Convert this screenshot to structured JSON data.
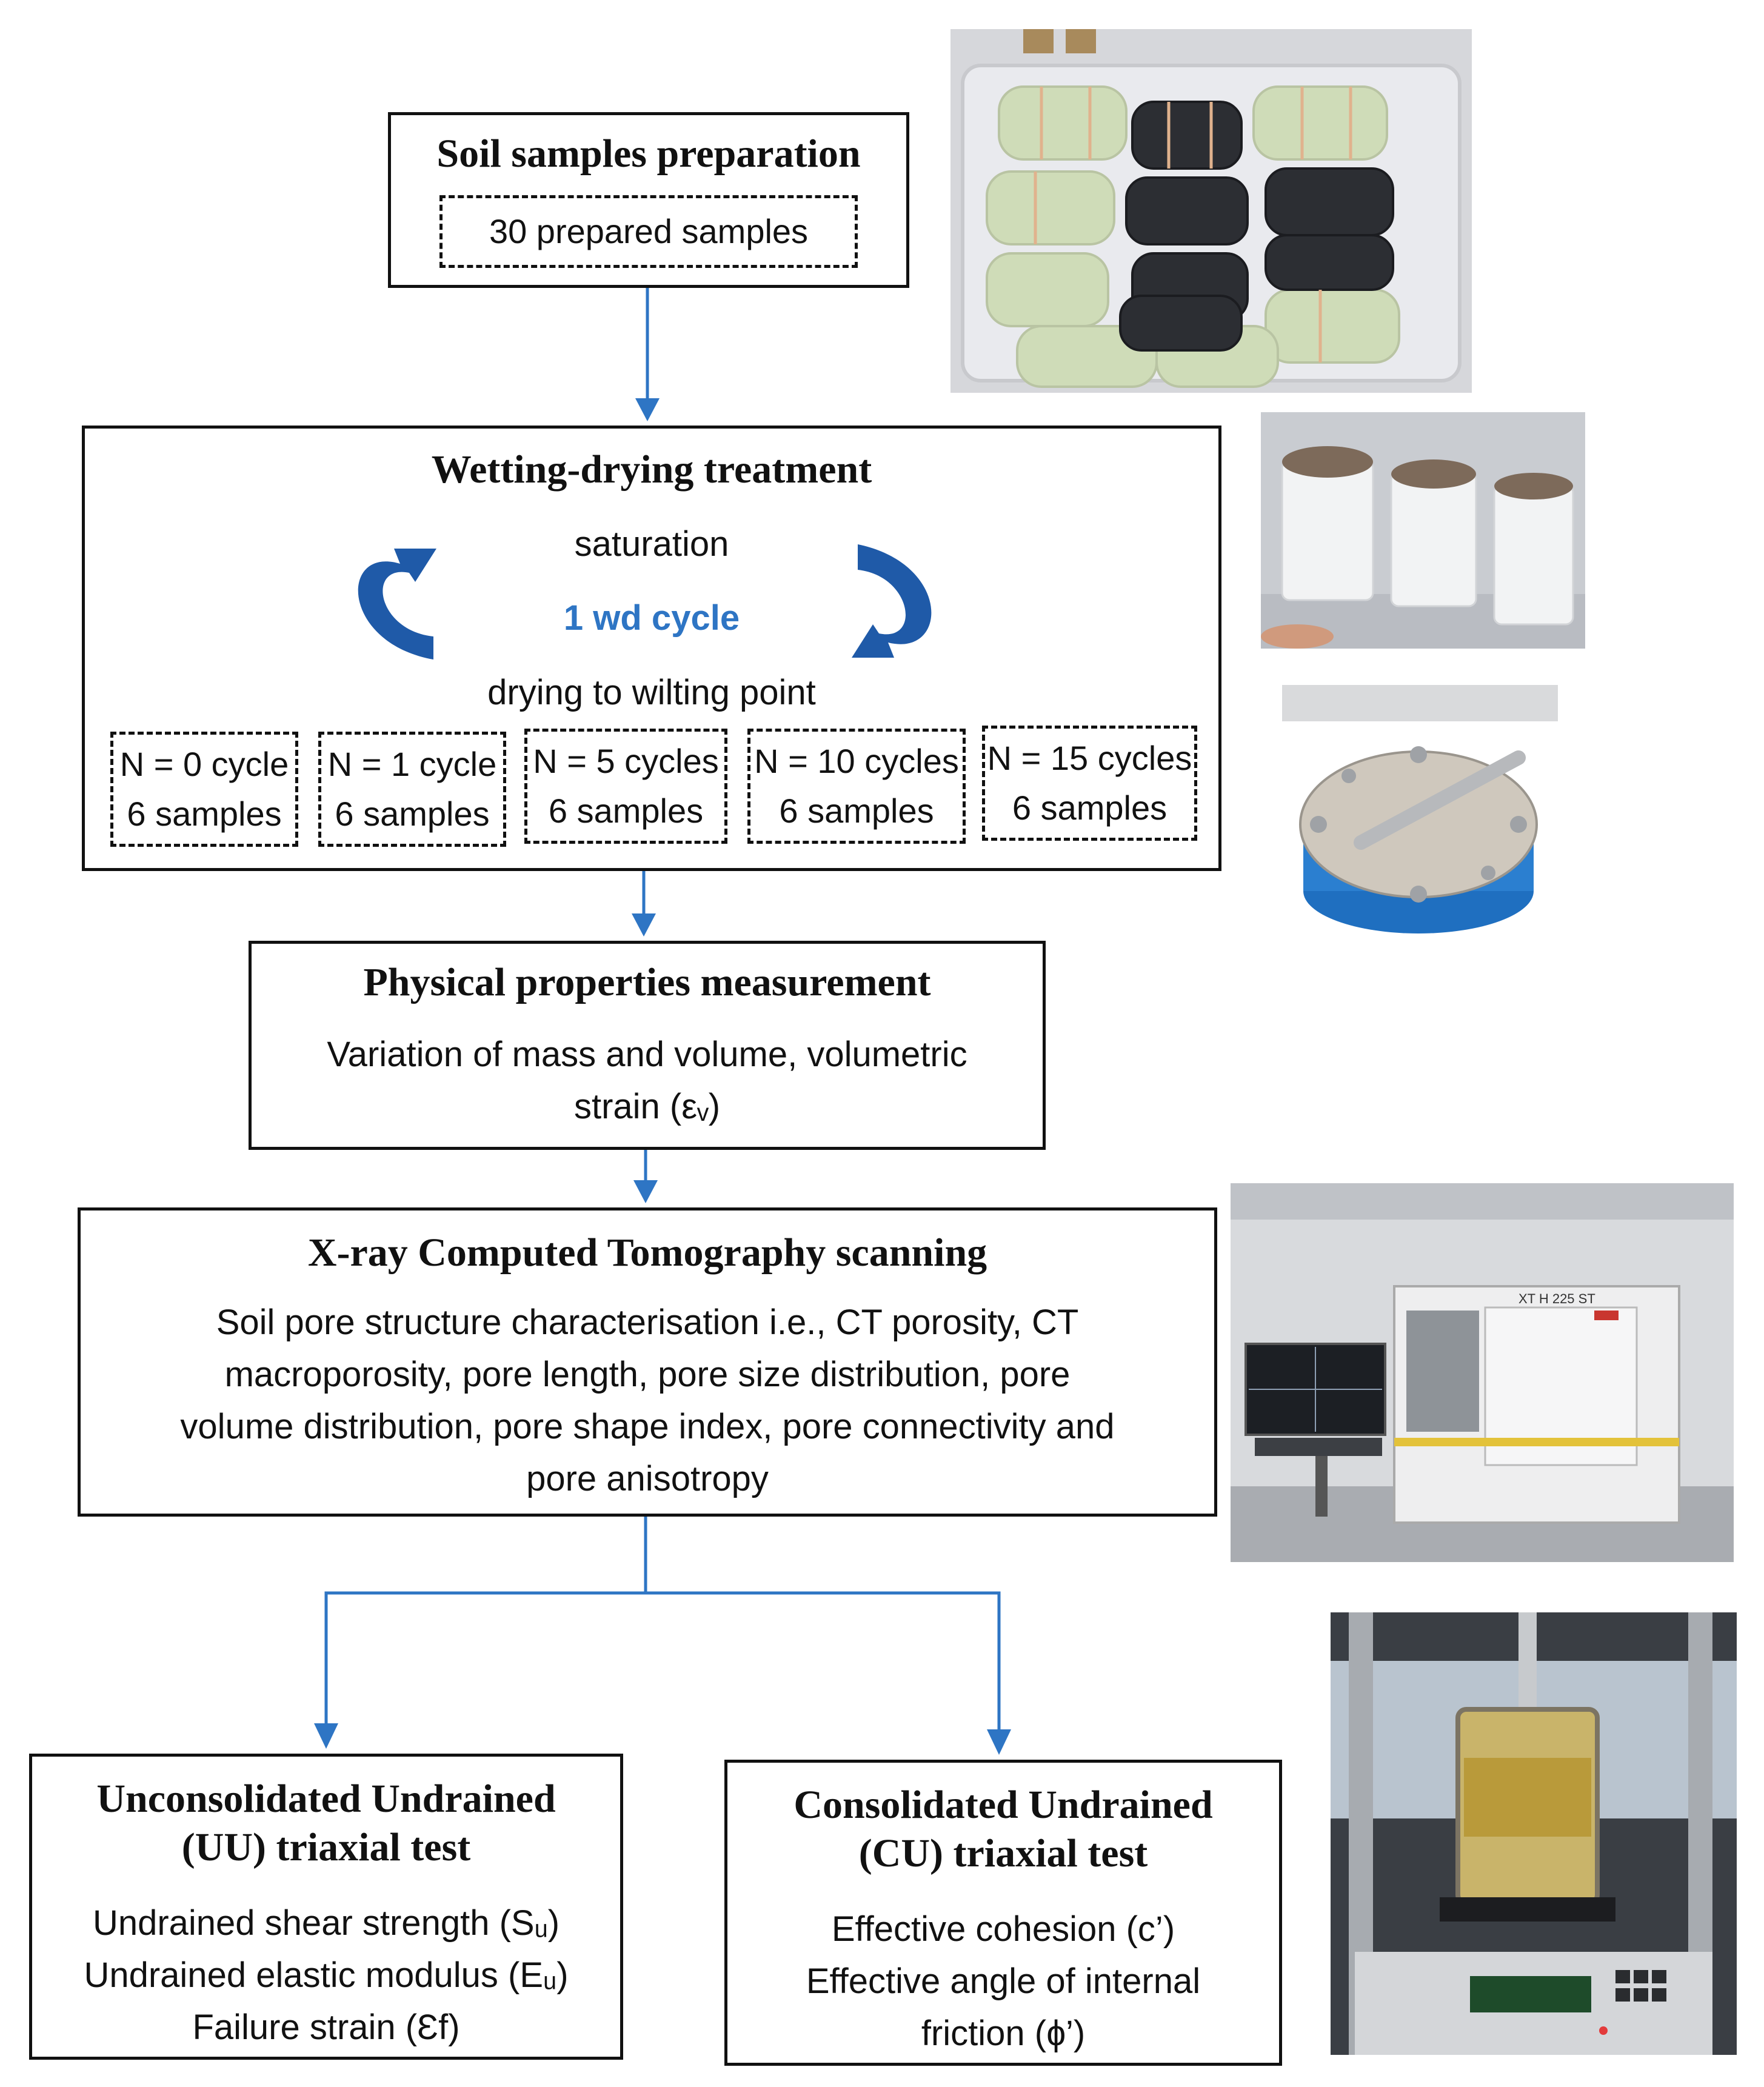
{
  "step1": {
    "title": "Soil samples preparation",
    "note": "30 prepared samples"
  },
  "step2": {
    "title": "Wetting-drying treatment",
    "top": "saturation",
    "cycle": "1 wd cycle",
    "bottom": "drying to wilting point",
    "groups": [
      {
        "cycles": "N = 0 cycle",
        "samples": "6 samples"
      },
      {
        "cycles": "N = 1 cycle",
        "samples": "6 samples"
      },
      {
        "cycles": "N = 5 cycles",
        "samples": "6 samples"
      },
      {
        "cycles": "N = 10 cycles",
        "samples": "6 samples"
      },
      {
        "cycles": "N = 15 cycles",
        "samples": "6 samples"
      }
    ]
  },
  "step3": {
    "title": "Physical properties measurement",
    "lines": [
      "Variation of mass and volume, volumetric",
      "strain (εᵥ)"
    ]
  },
  "step4": {
    "title": "X-ray Computed Tomography scanning",
    "lines": [
      "Soil pore structure characterisation i.e., CT porosity, CT",
      "macroporosity, pore length, pore size distribution, pore",
      "volume distribution, pore shape index, pore connectivity and",
      "pore anisotropy"
    ]
  },
  "uu": {
    "title": [
      "Unconsolidated Undrained",
      "(UU) triaxial test"
    ],
    "lines": [
      "Undrained shear strength (Sᵤ)",
      "Undrained elastic modulus (Eᵤ)",
      "Failure strain (Ɛf)"
    ]
  },
  "cu": {
    "title": [
      "Consolidated Undrained",
      "(CU) triaxial test"
    ],
    "lines": [
      "Effective cohesion (c’)",
      "Effective angle of internal",
      "friction (ɸ’)"
    ]
  },
  "xct_label": "XT H 225 ST",
  "colors": {
    "arrow": "#2e75c4",
    "cycle_text": "#2e75c4",
    "cycle_arrow": "#1f5aa8"
  }
}
